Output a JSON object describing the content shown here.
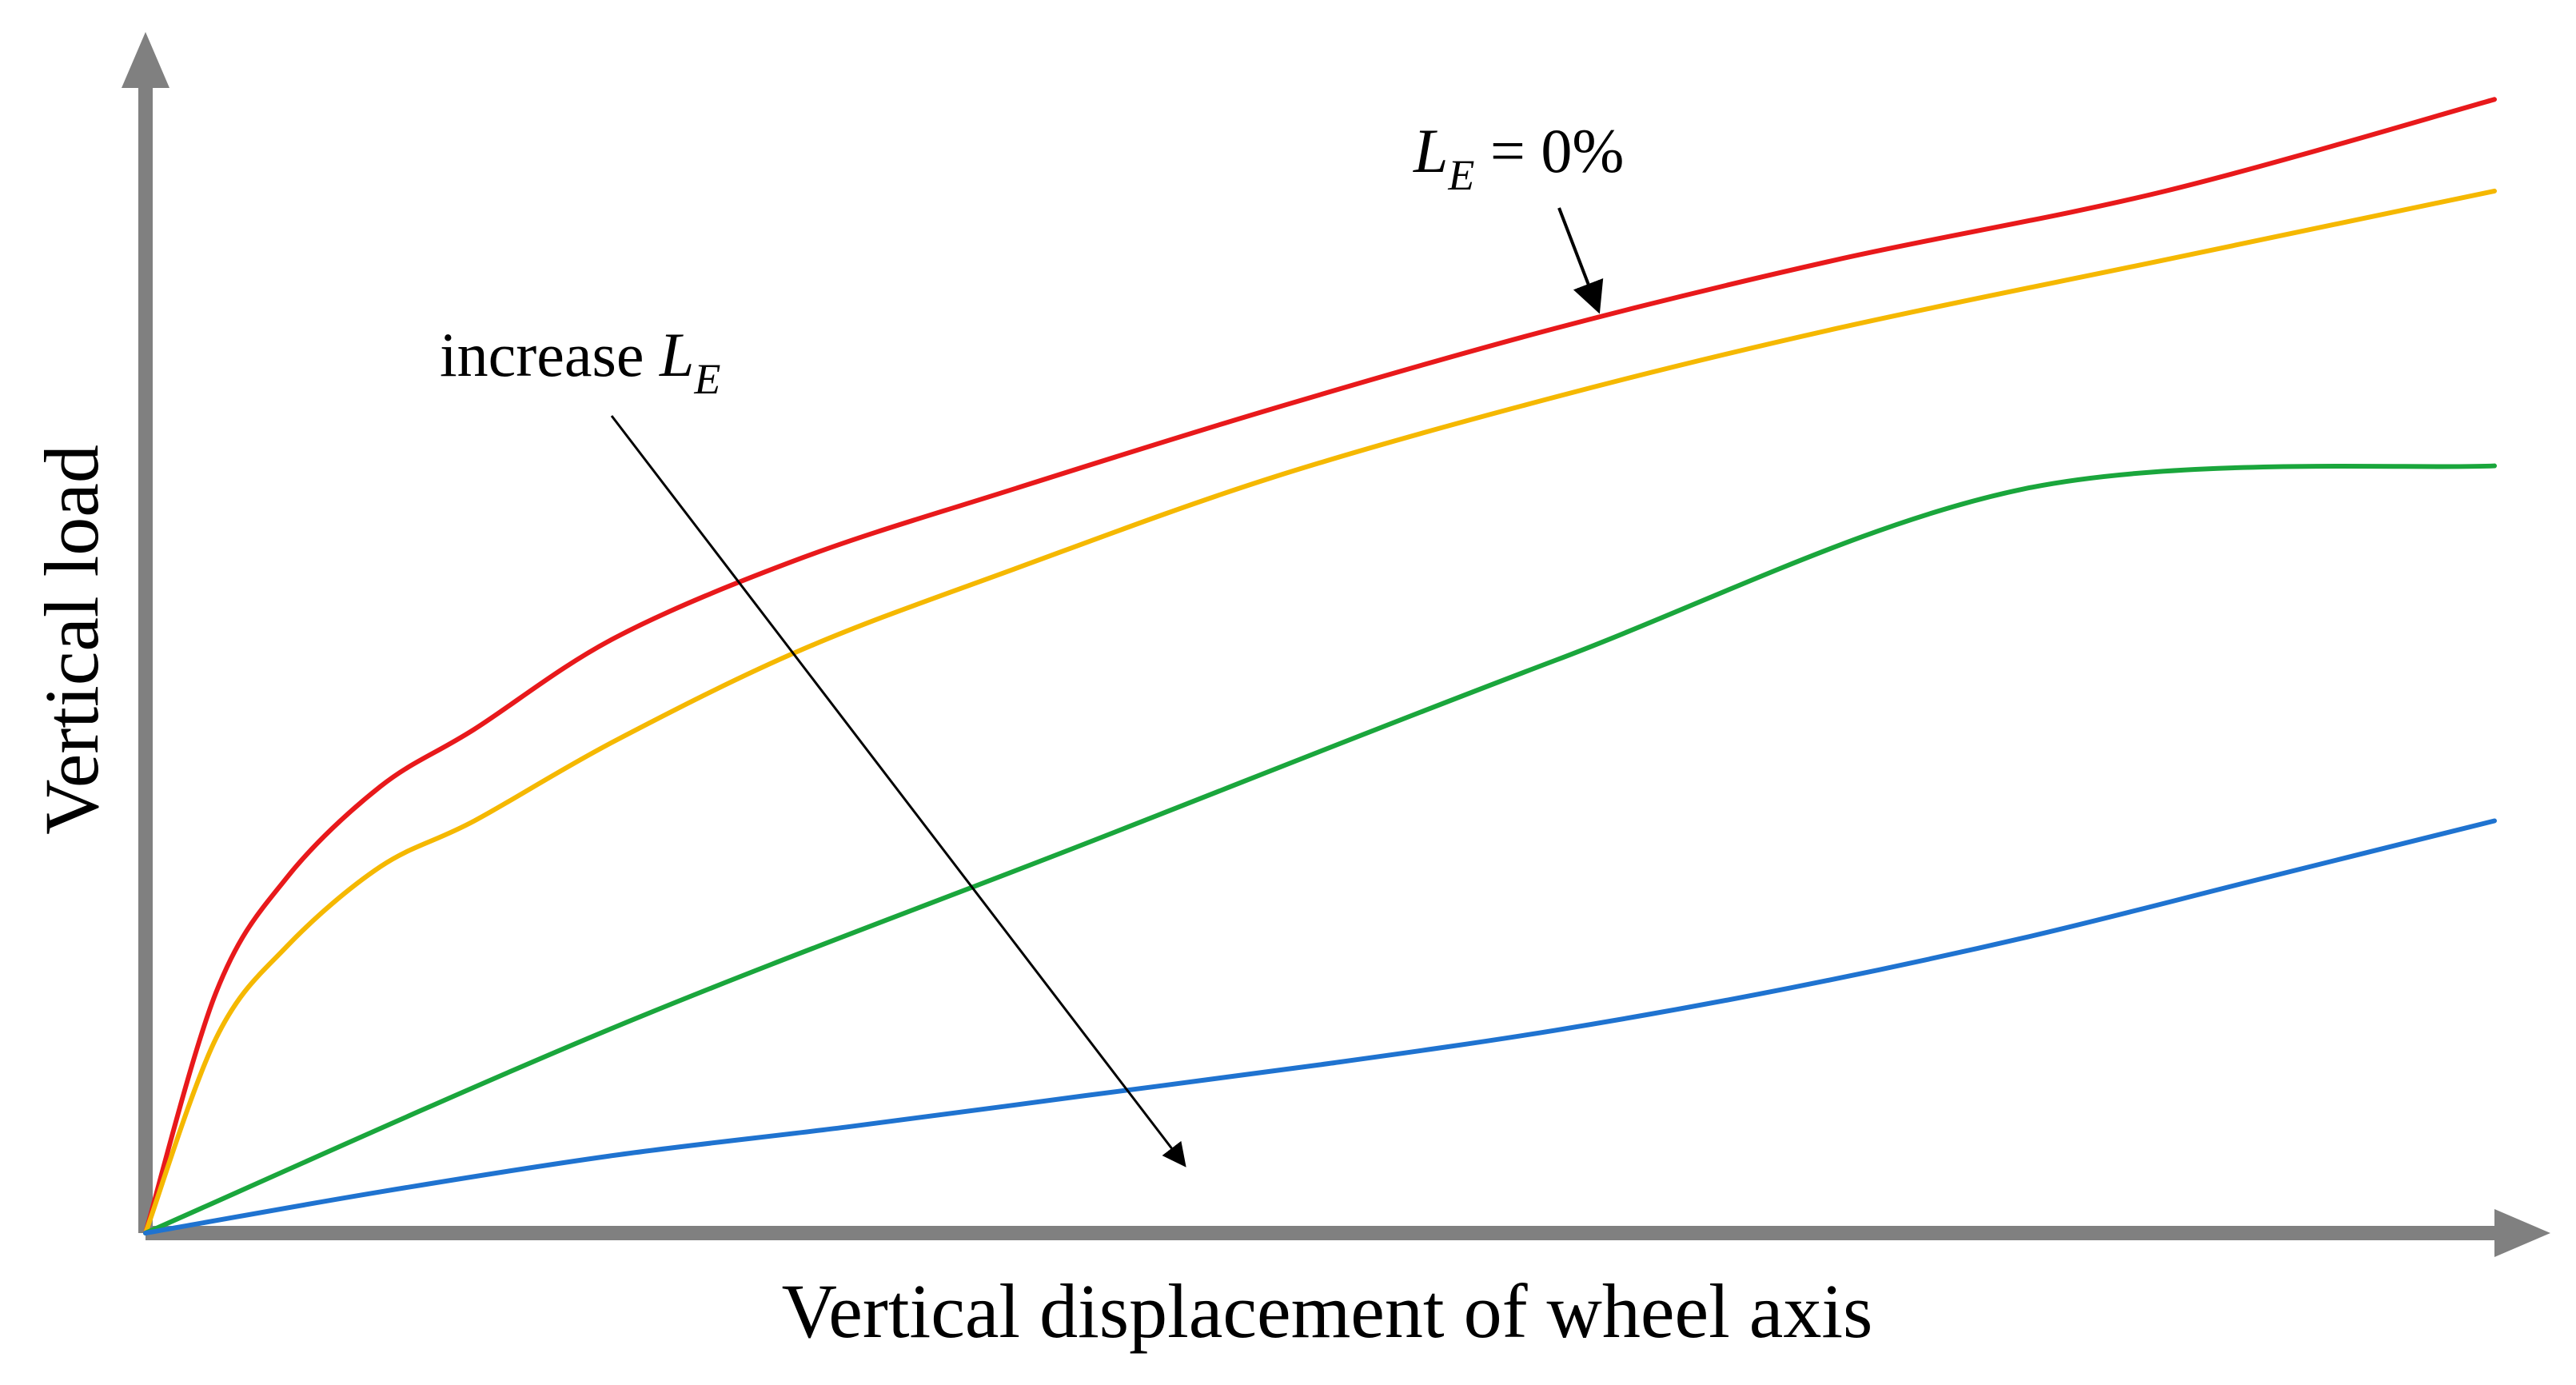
{
  "chart_data": {
    "type": "line",
    "xlabel": "Vertical displacement  of wheel axis",
    "ylabel": "Vertical  load",
    "xlim": [
      0,
      100
    ],
    "ylim": [
      0,
      100
    ],
    "ticks": false,
    "grid": false,
    "series": [
      {
        "color": "#e8191b",
        "x": [
          0,
          3,
          6,
          10,
          14,
          20,
          28,
          37,
          48,
          60,
          72,
          86,
          100
        ],
        "y": [
          0,
          21,
          31,
          39,
          44,
          52,
          59,
          65,
          72,
          79,
          85,
          91,
          99
        ]
      },
      {
        "color": "#f5b800",
        "x": [
          0,
          3,
          6,
          10,
          14,
          20,
          28,
          37,
          48,
          60,
          72,
          86,
          100
        ],
        "y": [
          0,
          17,
          25,
          32,
          36,
          43,
          51,
          58,
          66,
          73,
          79,
          85,
          91
        ]
      },
      {
        "color": "#1aa63c",
        "x": [
          0,
          20,
          40,
          60,
          80,
          100
        ],
        "y": [
          0,
          18,
          34,
          50,
          65,
          67
        ]
      },
      {
        "color": "#1f73d0",
        "x": [
          0,
          10,
          20,
          30,
          40,
          50,
          60,
          70,
          80,
          90,
          100
        ],
        "y": [
          0,
          3.6,
          6.8,
          9.3,
          12,
          14.7,
          17.7,
          21.4,
          25.8,
          30.9,
          36
        ]
      }
    ],
    "annotations": [
      {
        "text": "increase ",
        "math": "L",
        "sub": "E",
        "suffix": ""
      },
      {
        "text": "",
        "math": "L",
        "sub": "E",
        "suffix": " = 0%"
      }
    ],
    "colors": {
      "axis": "#808080",
      "arrow": "#000000"
    }
  }
}
